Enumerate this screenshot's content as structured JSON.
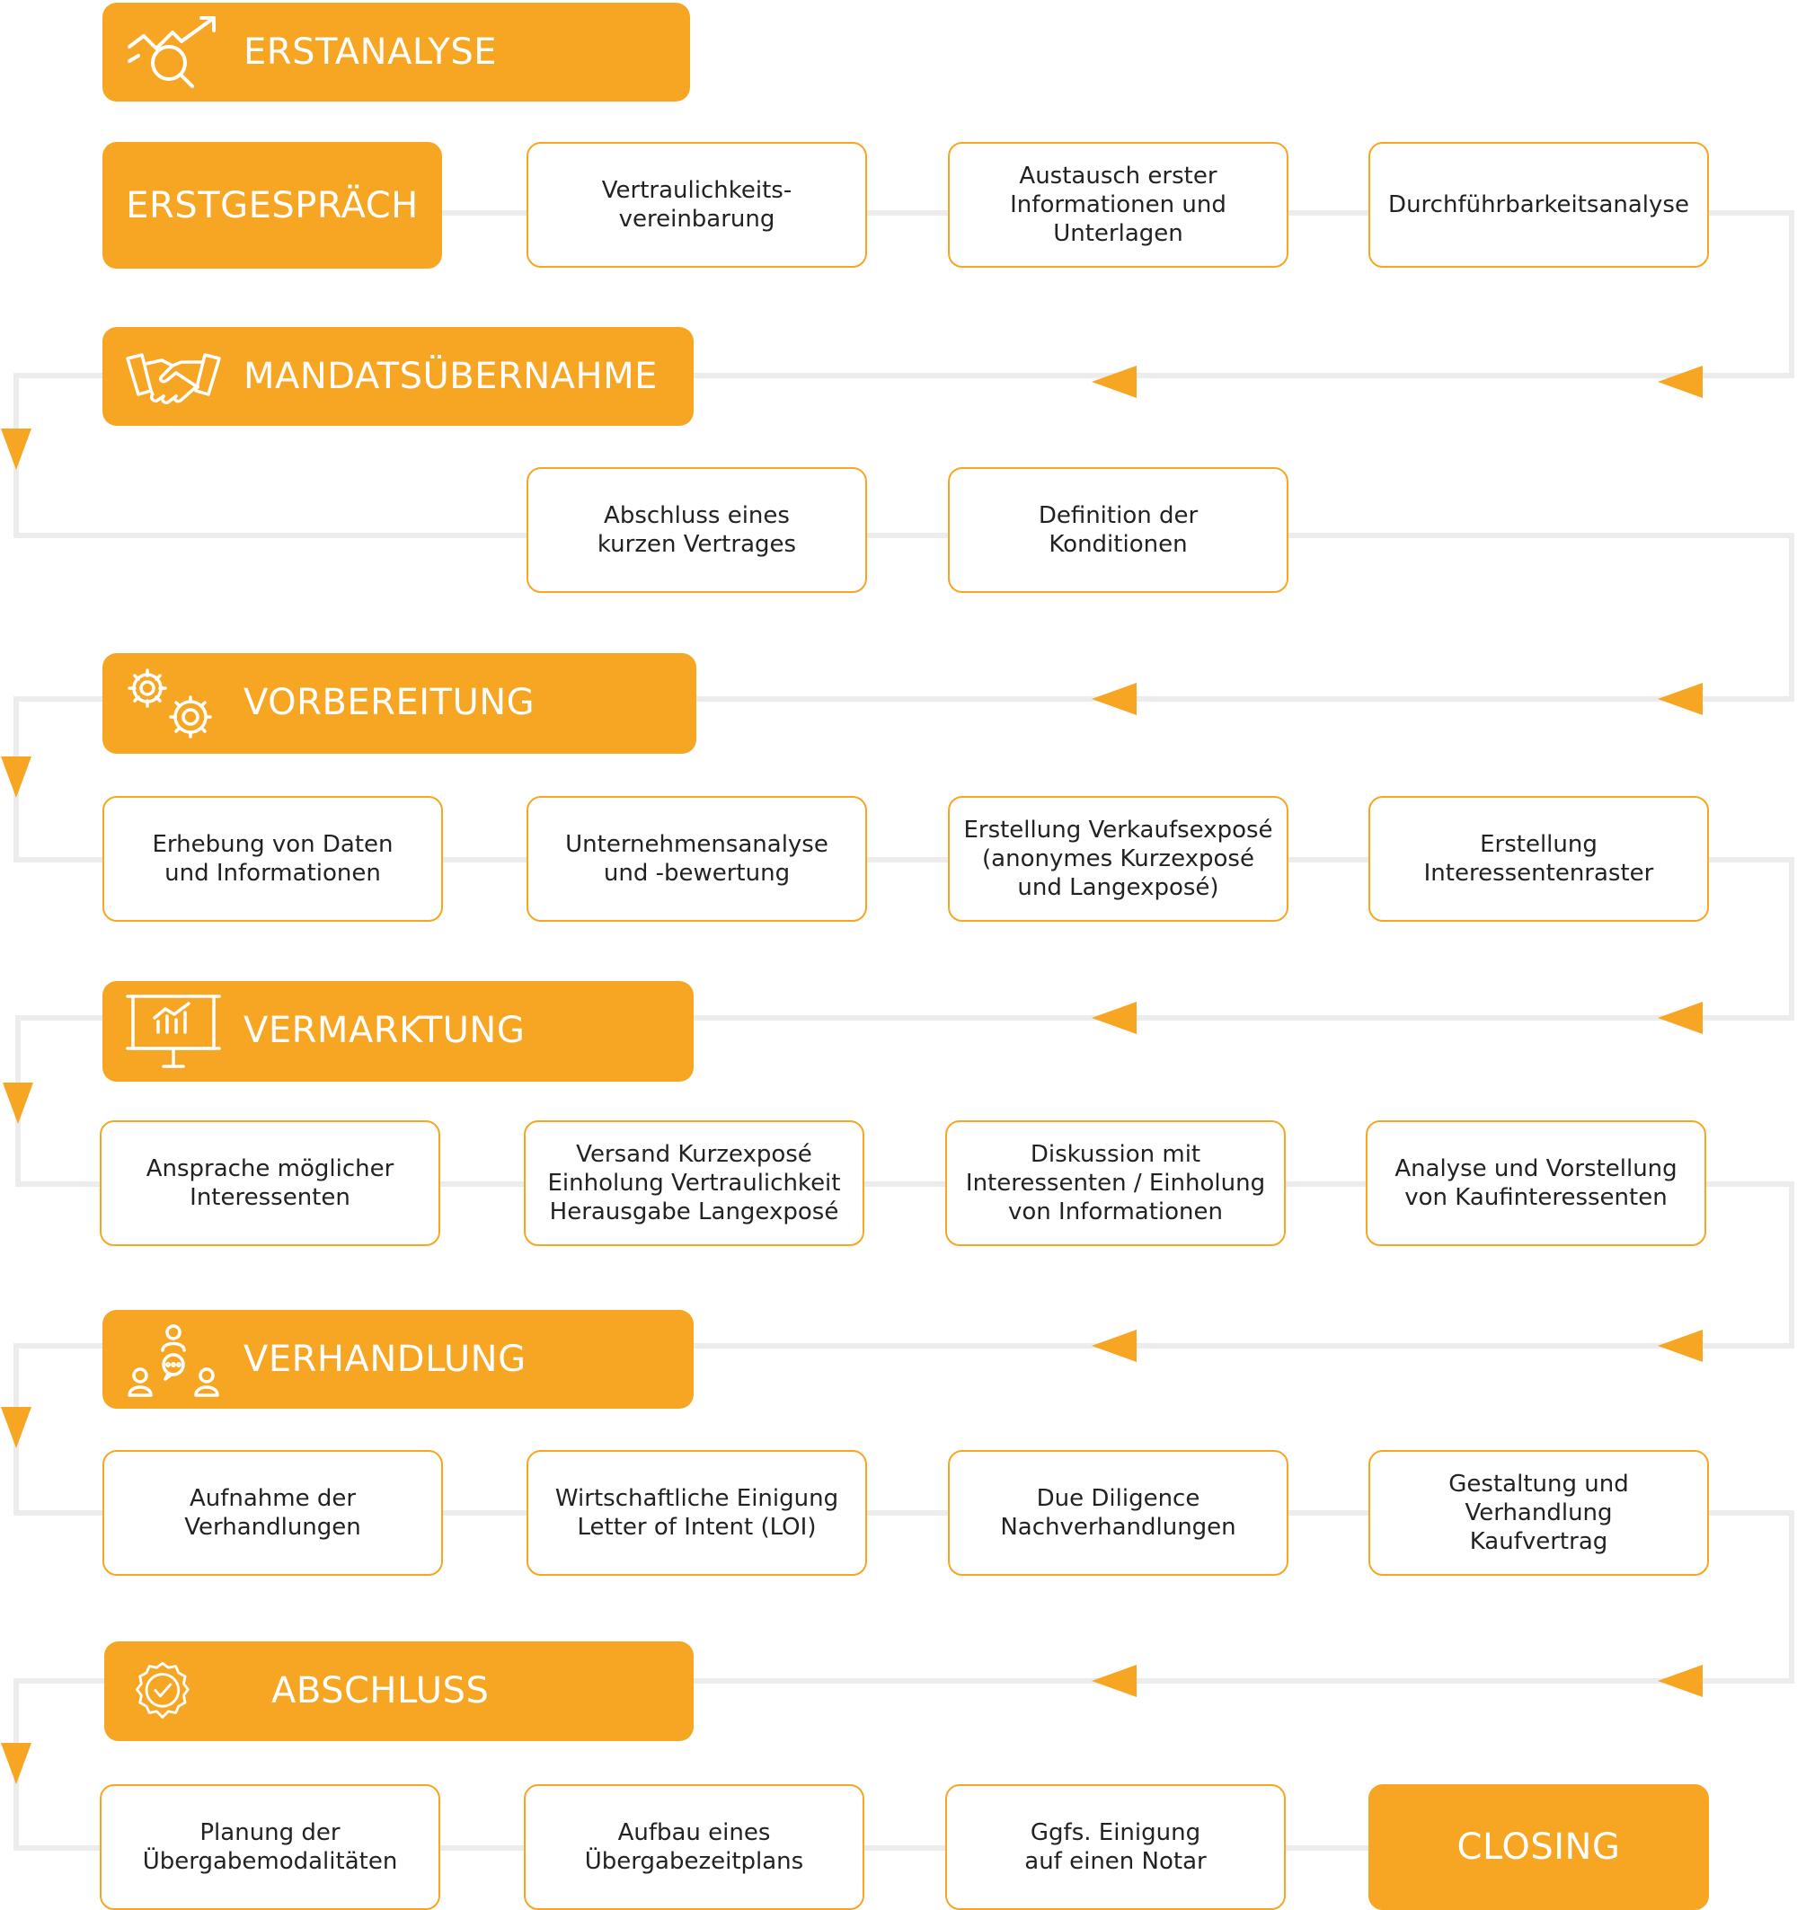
{
  "colors": {
    "accent": "#f7a623",
    "connector": "#ececec",
    "text": "#222222"
  },
  "phases": {
    "erstanalyse": {
      "label": "ERSTANALYSE",
      "icon": "analysis-chart-icon"
    },
    "mandat": {
      "label": "MANDATSÜBERNAHME",
      "icon": "handshake-icon"
    },
    "vorbereitung": {
      "label": "VORBEREITUNG",
      "icon": "gears-icon"
    },
    "vermarktung": {
      "label": "VERMARKTUNG",
      "icon": "presentation-board-icon"
    },
    "verhandlung": {
      "label": "VERHANDLUNG",
      "icon": "meeting-people-icon"
    },
    "abschluss": {
      "label": "ABSCHLUSS",
      "icon": "check-badge-icon"
    }
  },
  "steps": {
    "erstgespraech": "ERSTGESPRÄCH",
    "vertraulichkeit": "Vertraulichkeits-\nvereinbarung",
    "austausch": "Austausch erster\nInformationen und\nUnterlagen",
    "durchfuehrbarkeit": "Durchführbarkeitsanalyse",
    "abschluss_vertrag": "Abschluss eines\nkurzen Vertrages",
    "definition": "Definition der\nKonditionen",
    "erhebung": "Erhebung von Daten\nund Informationen",
    "unternehmensanalyse": "Unternehmensanalyse\nund -bewertung",
    "verkaufsexpose": "Erstellung Verkaufsexposé\n(anonymes Kurzexposé\nund Langexposé)",
    "interessentenraster": "Erstellung\nInteressentenraster",
    "ansprache": "Ansprache möglicher\nInteressenten",
    "versand": "Versand Kurzexposé\nEinholung Vertraulichkeit\nHerausgabe Langexposé",
    "diskussion": "Diskussion mit\nInteressenten / Einholung\nvon Informationen",
    "analyse_vorstellung": "Analyse und Vorstellung\nvon Kaufinteressenten",
    "aufnahme": "Aufnahme der\nVerhandlungen",
    "einigung": "Wirtschaftliche Einigung\nLetter of Intent (LOI)",
    "due_diligence": "Due Diligence\nNachverhandlungen",
    "kaufvertrag": "Gestaltung und\nVerhandlung\nKaufvertrag",
    "uebergabe": "Planung der\nÜbergabemodalitäten",
    "zeitplan": "Aufbau eines\nÜbergabezeitplans",
    "notar": "Ggfs. Einigung\nauf einen Notar",
    "closing": "CLOSING"
  }
}
